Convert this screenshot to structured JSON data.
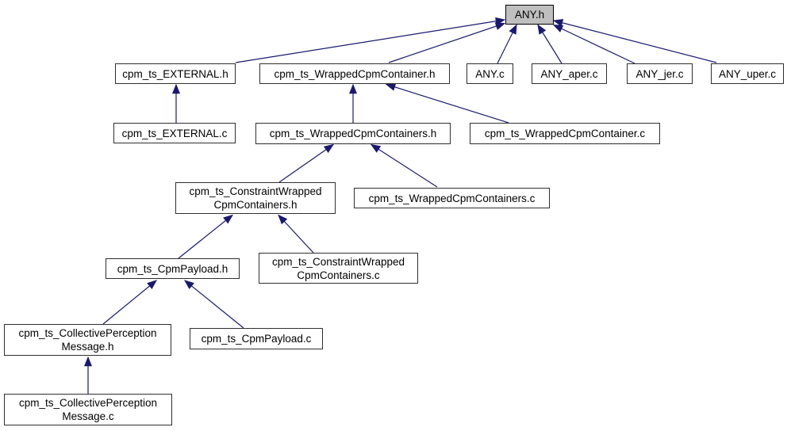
{
  "diagram": {
    "title": "ANY.h included-by dependency graph",
    "colors": {
      "background": "#ffffff",
      "edge": "#191970",
      "node_fill": "#ffffff",
      "node_border": "#2f2f2f",
      "highlight_fill": "#bfbfbf",
      "text": "#000000"
    },
    "nodes": [
      {
        "id": "ANY.h",
        "label": "ANY.h",
        "highlighted": true
      },
      {
        "id": "cpm_ts_EXTERNAL.h",
        "label": "cpm_ts_EXTERNAL.h",
        "highlighted": false
      },
      {
        "id": "cpm_ts_WrappedCpmContainer.h",
        "label": "cpm_ts_WrappedCpmContainer.h",
        "highlighted": false
      },
      {
        "id": "ANY.c",
        "label": "ANY.c",
        "highlighted": false
      },
      {
        "id": "ANY_aper.c",
        "label": "ANY_aper.c",
        "highlighted": false
      },
      {
        "id": "ANY_jer.c",
        "label": "ANY_jer.c",
        "highlighted": false
      },
      {
        "id": "ANY_uper.c",
        "label": "ANY_uper.c",
        "highlighted": false
      },
      {
        "id": "cpm_ts_EXTERNAL.c",
        "label": "cpm_ts_EXTERNAL.c",
        "highlighted": false
      },
      {
        "id": "cpm_ts_WrappedCpmContainers.h",
        "label": "cpm_ts_WrappedCpmContainers.h",
        "highlighted": false
      },
      {
        "id": "cpm_ts_WrappedCpmContainer.c",
        "label": "cpm_ts_WrappedCpmContainer.c",
        "highlighted": false
      },
      {
        "id": "cpm_ts_ConstraintWrappedCpmContainers.h",
        "label": "cpm_ts_ConstraintWrapped\nCpmContainers.h",
        "highlighted": false
      },
      {
        "id": "cpm_ts_WrappedCpmContainers.c",
        "label": "cpm_ts_WrappedCpmContainers.c",
        "highlighted": false
      },
      {
        "id": "cpm_ts_CpmPayload.h",
        "label": "cpm_ts_CpmPayload.h",
        "highlighted": false
      },
      {
        "id": "cpm_ts_ConstraintWrappedCpmContainers.c",
        "label": "cpm_ts_ConstraintWrapped\nCpmContainers.c",
        "highlighted": false
      },
      {
        "id": "cpm_ts_CollectivePerceptionMessage.h",
        "label": "cpm_ts_CollectivePerception\nMessage.h",
        "highlighted": false
      },
      {
        "id": "cpm_ts_CpmPayload.c",
        "label": "cpm_ts_CpmPayload.c",
        "highlighted": false
      },
      {
        "id": "cpm_ts_CollectivePerceptionMessage.c",
        "label": "cpm_ts_CollectivePerception\nMessage.c",
        "highlighted": false
      }
    ],
    "edges": [
      {
        "from": "cpm_ts_EXTERNAL.h",
        "to": "ANY.h"
      },
      {
        "from": "cpm_ts_WrappedCpmContainer.h",
        "to": "ANY.h"
      },
      {
        "from": "ANY.c",
        "to": "ANY.h"
      },
      {
        "from": "ANY_aper.c",
        "to": "ANY.h"
      },
      {
        "from": "ANY_jer.c",
        "to": "ANY.h"
      },
      {
        "from": "ANY_uper.c",
        "to": "ANY.h"
      },
      {
        "from": "cpm_ts_EXTERNAL.c",
        "to": "cpm_ts_EXTERNAL.h"
      },
      {
        "from": "cpm_ts_WrappedCpmContainers.h",
        "to": "cpm_ts_WrappedCpmContainer.h"
      },
      {
        "from": "cpm_ts_WrappedCpmContainer.c",
        "to": "cpm_ts_WrappedCpmContainer.h"
      },
      {
        "from": "cpm_ts_ConstraintWrappedCpmContainers.h",
        "to": "cpm_ts_WrappedCpmContainers.h"
      },
      {
        "from": "cpm_ts_WrappedCpmContainers.c",
        "to": "cpm_ts_WrappedCpmContainers.h"
      },
      {
        "from": "cpm_ts_CpmPayload.h",
        "to": "cpm_ts_ConstraintWrappedCpmContainers.h"
      },
      {
        "from": "cpm_ts_ConstraintWrappedCpmContainers.c",
        "to": "cpm_ts_ConstraintWrappedCpmContainers.h"
      },
      {
        "from": "cpm_ts_CollectivePerceptionMessage.h",
        "to": "cpm_ts_CpmPayload.h"
      },
      {
        "from": "cpm_ts_CpmPayload.c",
        "to": "cpm_ts_CpmPayload.h"
      },
      {
        "from": "cpm_ts_CollectivePerceptionMessage.c",
        "to": "cpm_ts_CollectivePerceptionMessage.h"
      }
    ]
  }
}
